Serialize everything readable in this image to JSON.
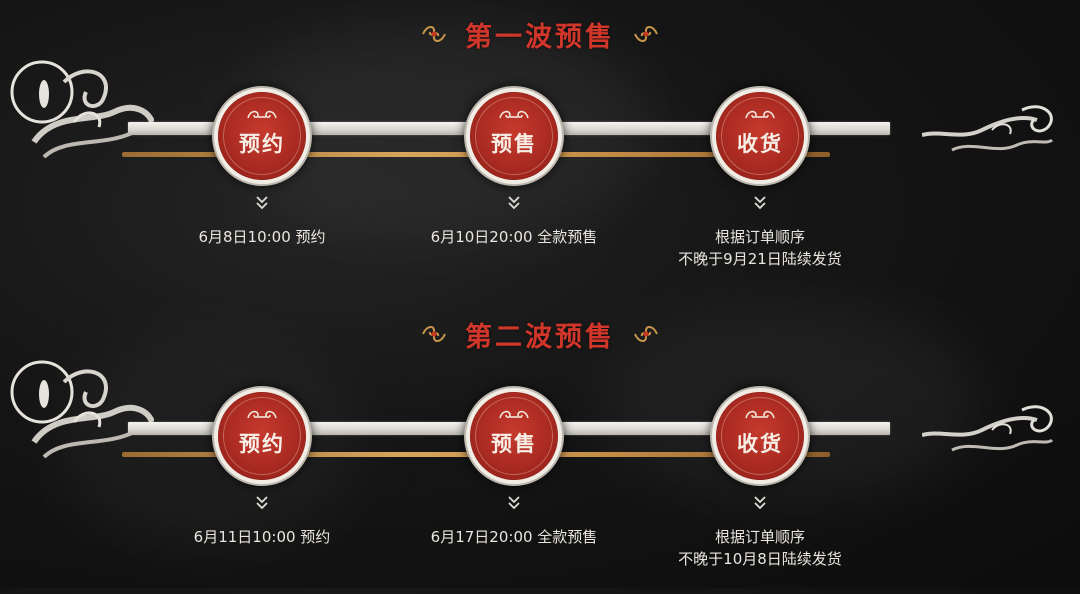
{
  "waves": [
    {
      "title": "第一波预售",
      "steps": [
        {
          "label": "预约",
          "lines": [
            "6月8日10:00 预约"
          ]
        },
        {
          "label": "预售",
          "lines": [
            "6月10日20:00  全款预售"
          ]
        },
        {
          "label": "收货",
          "lines": [
            "根据订单顺序",
            "不晚于9月21日陆续发货"
          ]
        }
      ]
    },
    {
      "title": "第二波预售",
      "steps": [
        {
          "label": "预约",
          "lines": [
            "6月11日10:00 预约"
          ]
        },
        {
          "label": "预售",
          "lines": [
            "6月17日20:00  全款预售"
          ]
        },
        {
          "label": "收货",
          "lines": [
            "根据订单顺序",
            "不晚于10月8日陆续发货"
          ]
        }
      ]
    }
  ],
  "colors": {
    "title_red": "#d0362a",
    "medal_red": "#a92a21",
    "track_white": "#f0ede6",
    "track_gold": "#c9964e",
    "text": "#eae6df",
    "background": "#151515"
  },
  "icons": {
    "ornament": "cloud-scroll-ornament-icon",
    "cloud_left": "auspicious-cloud-icon",
    "cloud_right": "auspicious-cloud-icon",
    "medal_swirl": "cloud-swirl-icon",
    "arrow": "double-chevron-down-icon"
  }
}
